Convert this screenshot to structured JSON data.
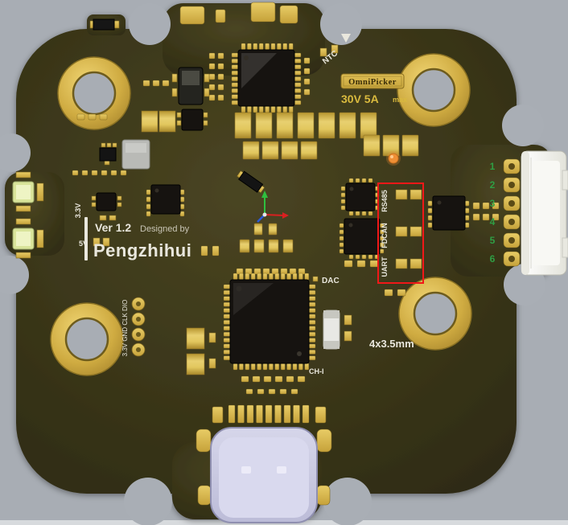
{
  "board": {
    "background": "#a8adb4",
    "board_color": "#3a3619",
    "gold": "#d4b349",
    "silkscreen": "#e9e7dd",
    "annotation_red": "#f01818",
    "pin_number_green": "#2f9e44"
  },
  "silkscreen": {
    "ntc": "NTC",
    "brand": "OmniPicker",
    "rating": "30V 5A",
    "rating_suffix": "max",
    "v33": "3.3V",
    "v5": "5V",
    "version": "Ver 1.2",
    "designed_by": "Designed by",
    "designer": "Pengzhihui",
    "dac": "DAC",
    "ch_i": "CH-I",
    "hole_spec": "4x3.5mm",
    "debug_header": "3.3V GND CLK DIO"
  },
  "bus_labels": [
    "RS485",
    "FDCAN",
    "UART"
  ],
  "connector": {
    "pins": [
      "1",
      "2",
      "3",
      "4",
      "5",
      "6"
    ]
  }
}
